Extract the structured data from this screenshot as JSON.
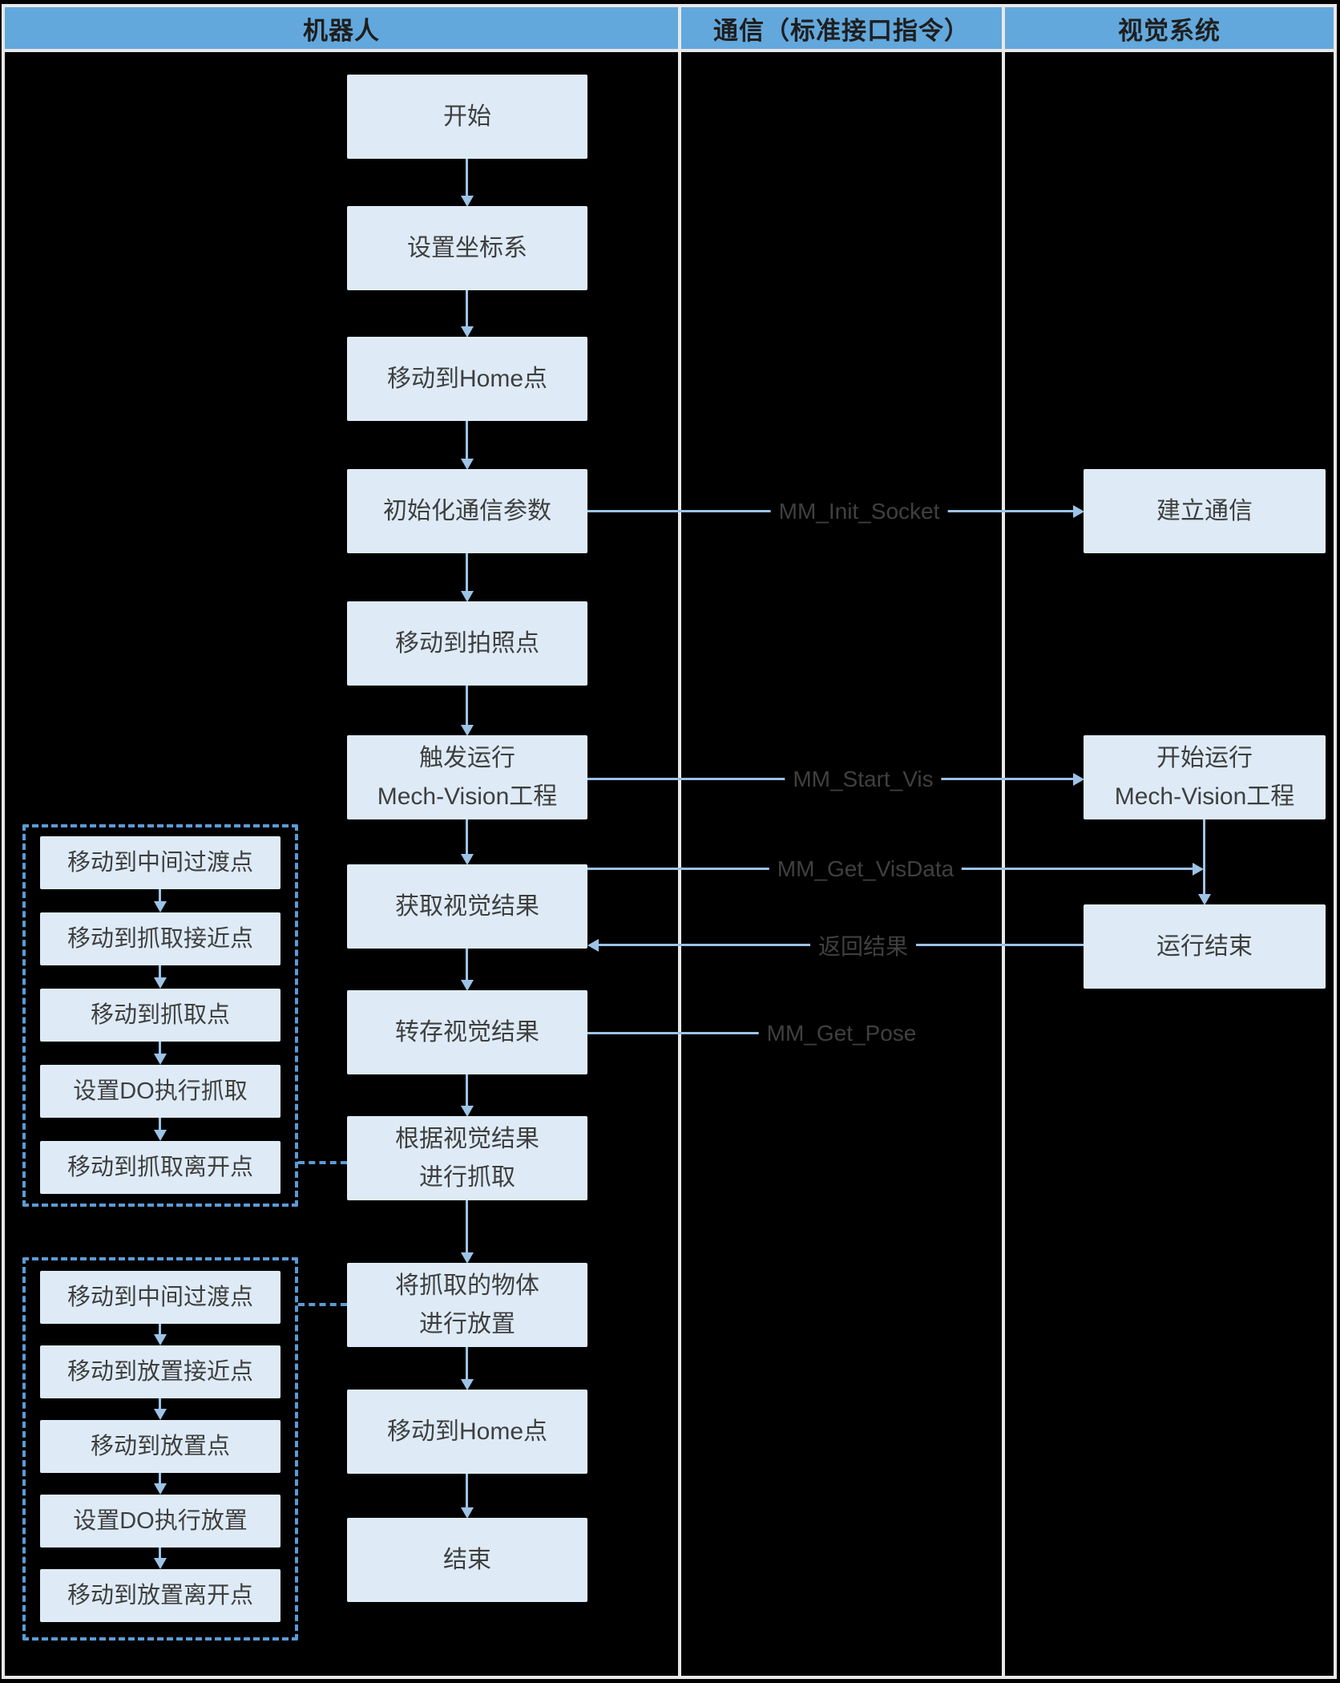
{
  "lanes": {
    "robot": "机器人",
    "communication": "通信（标准接口指令）",
    "vision": "视觉系统"
  },
  "robot_flow": {
    "start": "开始",
    "set_coords": "设置坐标系",
    "move_home_1": "移动到Home点",
    "init_comm_params": "初始化通信参数",
    "move_capture_point": "移动到拍照点",
    "trigger_run_line1": "触发运行",
    "trigger_run_line2": "Mech-Vision工程",
    "get_vision_result": "获取视觉结果",
    "store_vision_result": "转存视觉结果",
    "grasp_by_result_line1": "根据视觉结果",
    "grasp_by_result_line2": "进行抓取",
    "place_object_line1": "将抓取的物体",
    "place_object_line2": "进行放置",
    "move_home_2": "移动到Home点",
    "end": "结束"
  },
  "vision_flow": {
    "establish_comm": "建立通信",
    "start_run_line1": "开始运行",
    "start_run_line2": "Mech-Vision工程",
    "run_end": "运行结束"
  },
  "messages": {
    "init_socket": "MM_Init_Socket",
    "start_vis": "MM_Start_Vis",
    "get_visdata": "MM_Get_VisData",
    "return_result": "返回结果",
    "get_pose": "MM_Get_Pose"
  },
  "grasp_group": {
    "step1": "移动到中间过渡点",
    "step2": "移动到抓取接近点",
    "step3": "移动到抓取点",
    "step4": "设置DO执行抓取",
    "step5": "移动到抓取离开点"
  },
  "place_group": {
    "step1": "移动到中间过渡点",
    "step2": "移动到放置接近点",
    "step3": "移动到放置点",
    "step4": "设置DO执行放置",
    "step5": "移动到放置离开点"
  },
  "colors": {
    "background": "#000000",
    "header_fill": "#62A8DC",
    "header_text": "#1E1E1E",
    "box_fill": "#DEEBF7",
    "node_text": "#3F3F3F",
    "arrow": "#9DC3E6",
    "dashed_border": "#5B9BD5",
    "grid_line": "#E9E8E8",
    "label_text": "#404040"
  }
}
